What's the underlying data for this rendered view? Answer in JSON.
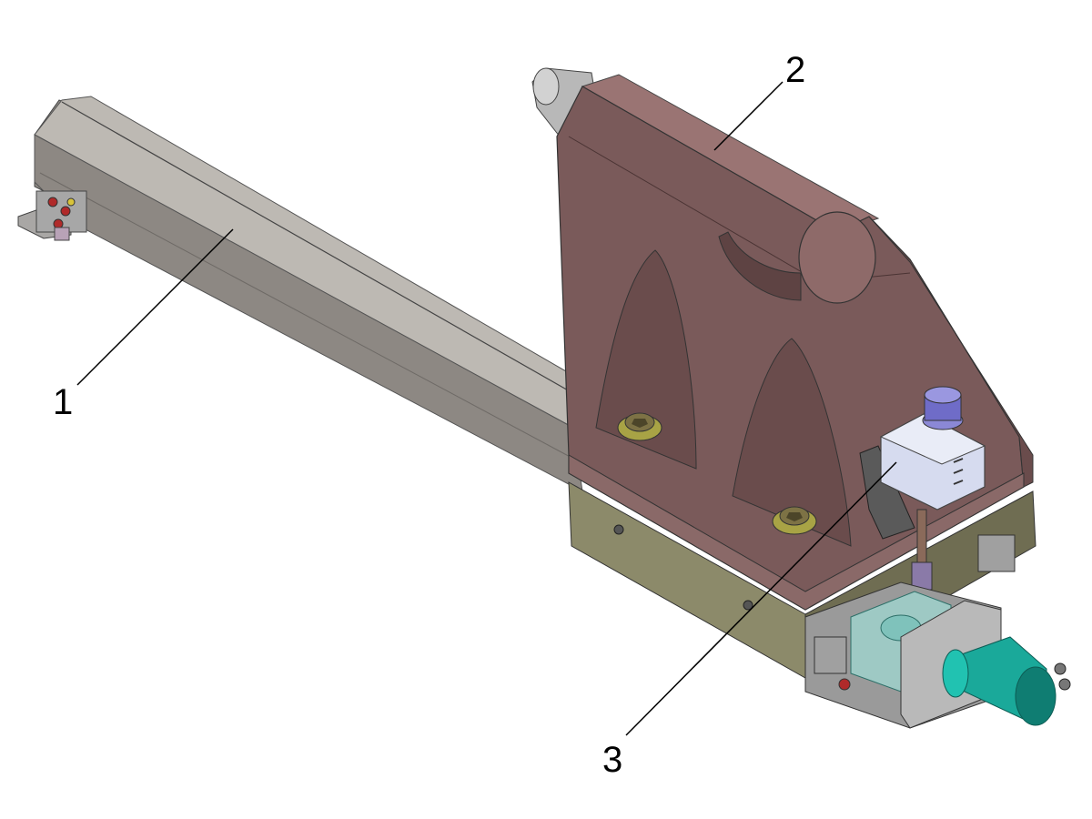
{
  "diagram": {
    "callouts": [
      {
        "id": "1",
        "label": "1"
      },
      {
        "id": "2",
        "label": "2"
      },
      {
        "id": "3",
        "label": "3"
      }
    ],
    "colors": {
      "beam_top": "#bdb9b3",
      "beam_side": "#8d8883",
      "beam_dark": "#6e6a66",
      "housing_front": "#7a5a5a",
      "housing_top": "#9a7473",
      "housing_side": "#6a4c4c",
      "base_plate": "#8c8a6a",
      "base_plate_dark": "#6f6d52",
      "cap_grey": "#b8b8b8",
      "lubricator_body": "#d6dbef",
      "lubricator_cap": "#6f6cc8",
      "motor_teal": "#1aa99a",
      "motor_dark": "#0f7d72",
      "glass_teal": "#9fd8d2",
      "bolt_olive": "#7d7245",
      "leader_line": "#000000"
    }
  }
}
